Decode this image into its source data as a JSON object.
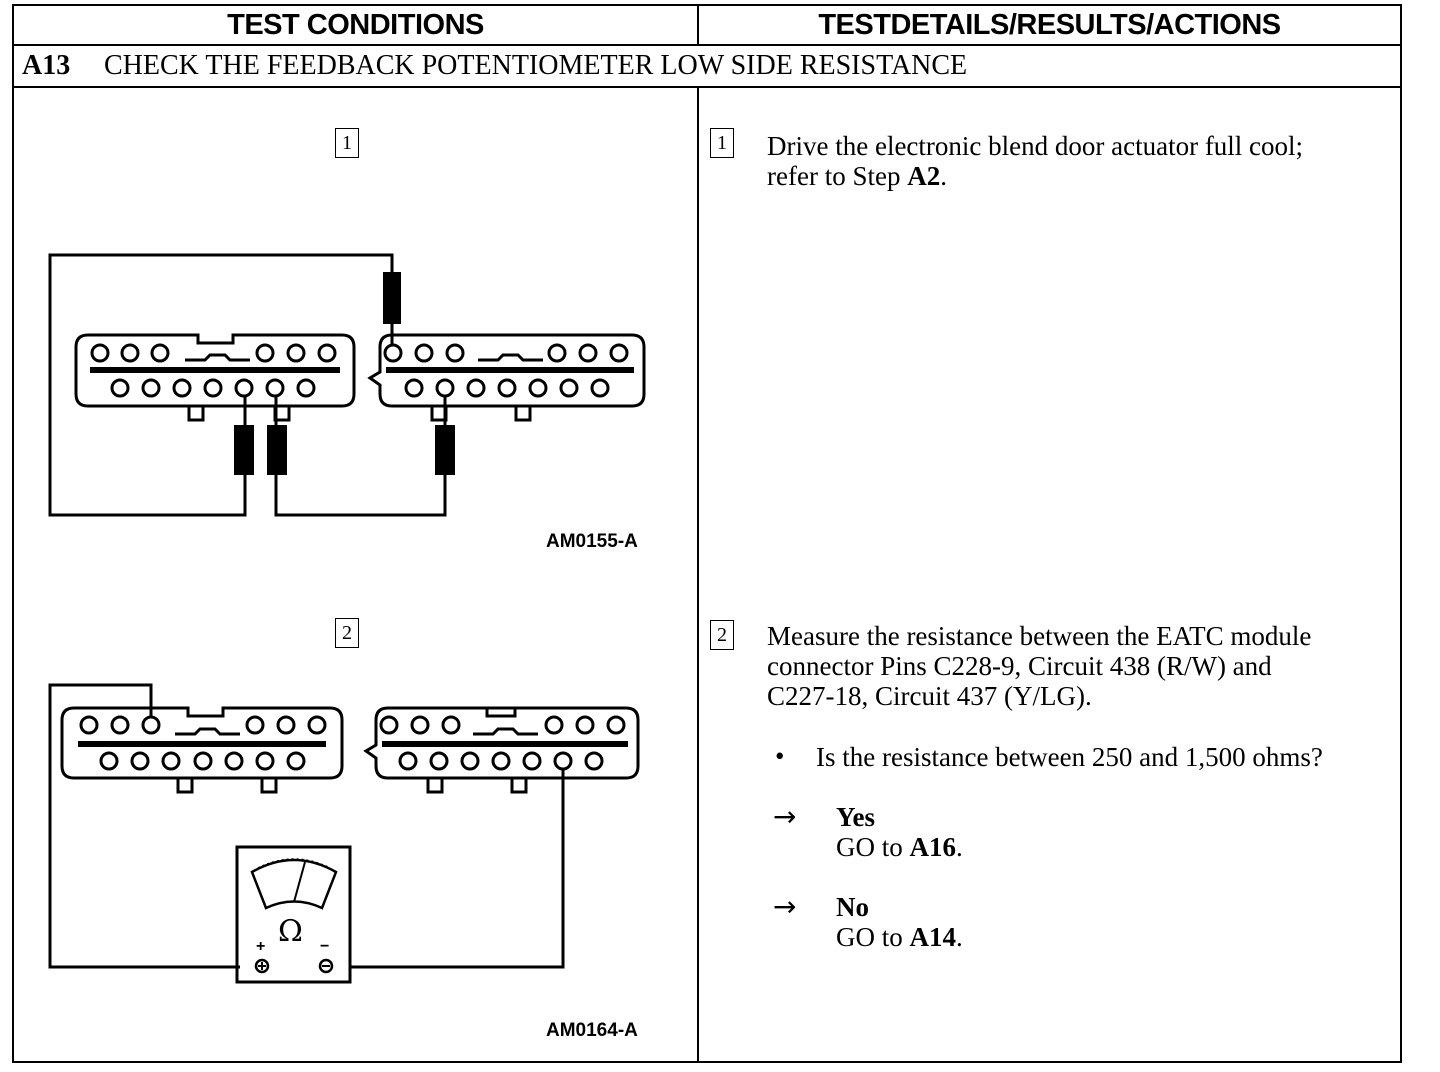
{
  "header": {
    "left": "TEST CONDITIONS",
    "right": "TESTDETAILS/RESULTS/ACTIONS"
  },
  "step": {
    "id": "A13",
    "title": "CHECK THE FEEDBACK POTENTIOMETER LOW SIDE RESISTANCE"
  },
  "diagrams": [
    {
      "number": "1",
      "label": "AM0155-A"
    },
    {
      "number": "2",
      "label": "AM0164-A",
      "meter_symbol": "Ω",
      "plus": "+",
      "minus": "−"
    }
  ],
  "details": {
    "item1": {
      "number": "1",
      "line1": "Drive the electronic blend door actuator full cool;",
      "line2_prefix": "refer to Step ",
      "line2_ref": "A2",
      "line2_suffix": "."
    },
    "item2": {
      "number": "2",
      "line1": "Measure the resistance between the EATC module",
      "line2": "connector Pins C228-9, Circuit 438 (R/W) and",
      "line3": "C227-18, Circuit 437 (Y/LG).",
      "bullet": "•",
      "question": "Is the resistance between 250 and 1,500 ohms?",
      "arrow": "→",
      "yes_label": "Yes",
      "yes_action_prefix": "GO to ",
      "yes_action_ref": "A16",
      "yes_action_suffix": ".",
      "no_label": "No",
      "no_action_prefix": "GO to ",
      "no_action_ref": "A14",
      "no_action_suffix": "."
    }
  }
}
